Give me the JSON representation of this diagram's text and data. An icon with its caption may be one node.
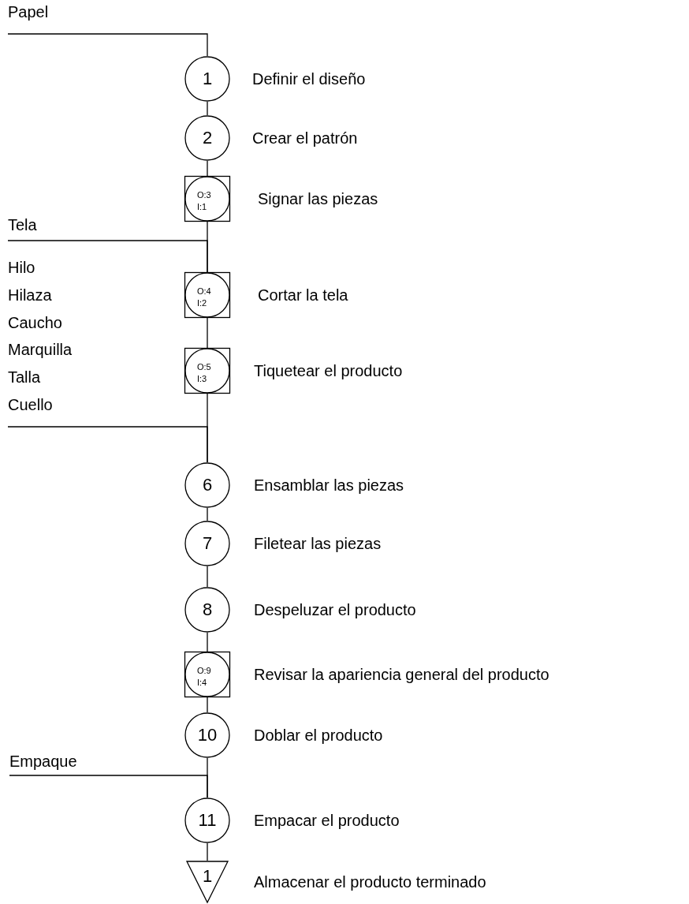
{
  "diagram": {
    "nodes": [
      {
        "text": [
          "Papel"
        ]
      },
      {
        "text": [
          "1"
        ],
        "beside": [
          "Definir el diseño"
        ]
      },
      {
        "text": [
          "2"
        ],
        "beside": [
          "Crear el patrón"
        ]
      },
      {
        "text": [
          "O:3",
          "I:1"
        ],
        "beside": [
          "Signar las piezas"
        ]
      },
      {
        "text": [
          "Tela"
        ]
      },
      {
        "text": [
          "O:4",
          "I:2"
        ],
        "beside": [
          "Cortar la tela"
        ]
      },
      {
        "text": [
          "O:5",
          "I:3"
        ],
        "beside": [
          "Tiquetear el producto"
        ]
      },
      {
        "text": [
          "Hilo",
          "Hilaza",
          "Caucho",
          "Marquilla",
          "Talla",
          "Cuello"
        ]
      },
      {
        "text": [
          "6"
        ],
        "beside": [
          "Ensamblar las piezas"
        ]
      },
      {
        "text": [
          "7"
        ],
        "beside": [
          "Filetear las piezas"
        ]
      },
      {
        "text": [
          "8"
        ],
        "beside": [
          "Despeluzar el producto"
        ]
      },
      {
        "text": [
          "O:9",
          "I:4"
        ],
        "beside": [
          "Revisar la apariencia general del producto"
        ]
      },
      {
        "text": [
          "10"
        ],
        "beside": [
          "Doblar el producto"
        ]
      },
      {
        "text": [
          "Empaque"
        ]
      },
      {
        "text": [
          "11"
        ],
        "beside": [
          "Empacar el producto"
        ]
      },
      {
        "text": [
          "1"
        ],
        "beside": [
          "Almacenar el producto terminado"
        ]
      }
    ],
    "edges": [
      {
        "from": 0,
        "to": 1,
        "arrow": "none"
      },
      {
        "from": 1,
        "to": 2,
        "arrow": "none"
      },
      {
        "from": 2,
        "to": 3,
        "arrow": "none"
      },
      {
        "from": 3,
        "to": 5,
        "arrow": "none"
      },
      {
        "from": 4,
        "to": 5,
        "arrow": "none"
      },
      {
        "from": 5,
        "to": 6,
        "arrow": "none"
      },
      {
        "from": 6,
        "to": 8,
        "arrow": "none"
      },
      {
        "from": 7,
        "to": 8,
        "arrow": "none"
      },
      {
        "from": 8,
        "to": 9,
        "arrow": "none"
      },
      {
        "from": 9,
        "to": 10,
        "arrow": "none"
      },
      {
        "from": 10,
        "to": 11,
        "arrow": "none"
      },
      {
        "from": 11,
        "to": 12,
        "arrow": "none"
      },
      {
        "from": 12,
        "to": 14,
        "arrow": "none"
      },
      {
        "from": 13,
        "to": 14,
        "arrow": "none"
      },
      {
        "from": 14,
        "to": 15,
        "arrow": "none"
      }
    ]
  }
}
